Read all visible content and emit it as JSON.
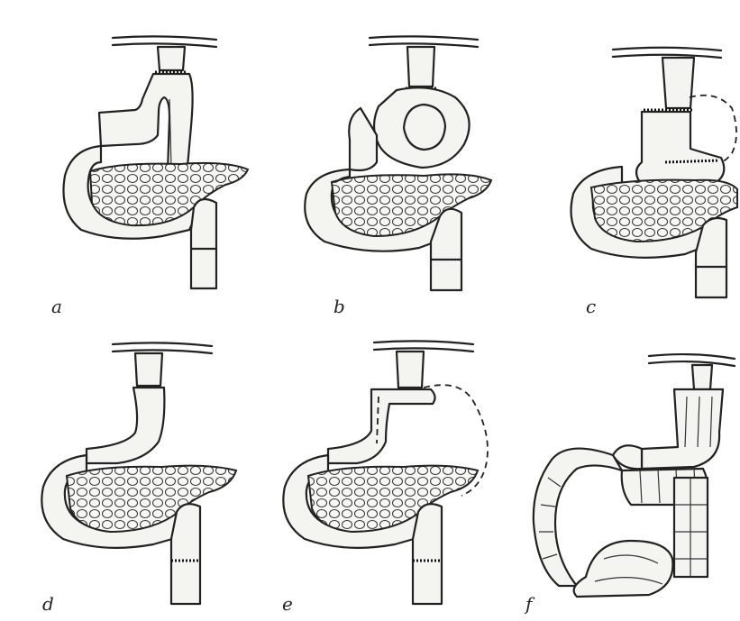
{
  "figure": {
    "panels": [
      {
        "key": "a",
        "label": "a"
      },
      {
        "key": "b",
        "label": "b"
      },
      {
        "key": "c",
        "label": "c"
      },
      {
        "key": "d",
        "label": "d"
      },
      {
        "key": "e",
        "label": "e"
      },
      {
        "key": "f",
        "label": "f"
      }
    ]
  }
}
